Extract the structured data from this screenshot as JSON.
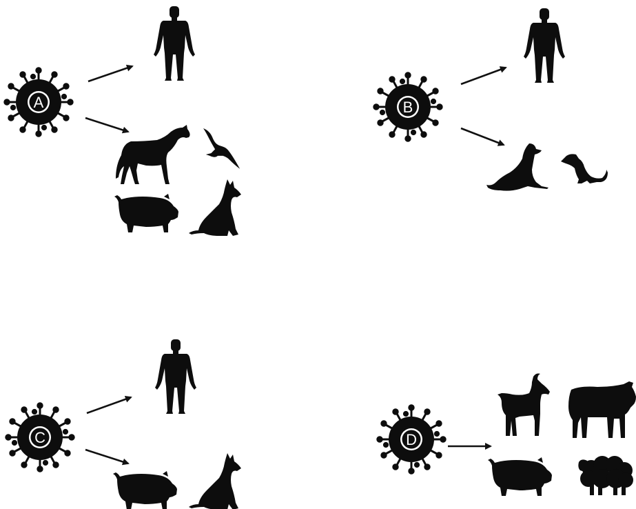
{
  "panels": {
    "a": {
      "virus_label": "A",
      "virus_icon": "virus-icon",
      "hosts": [
        "human-icon",
        "horse-icon",
        "bird-icon",
        "pig-icon",
        "dog-icon"
      ]
    },
    "b": {
      "virus_label": "B",
      "virus_icon": "virus-icon",
      "hosts": [
        "human-icon",
        "seal-icon",
        "ferret-icon"
      ]
    },
    "c": {
      "virus_label": "C",
      "virus_icon": "virus-icon",
      "hosts": [
        "human-icon",
        "pig-icon",
        "dog-icon"
      ]
    },
    "d": {
      "virus_label": "D",
      "virus_icon": "virus-icon",
      "hosts": [
        "goat-icon",
        "cow-icon",
        "pig-icon",
        "sheep-icon"
      ]
    }
  },
  "colors": {
    "silhouette": "#0d0d0d",
    "label": "#ffffff",
    "background": "#ffffff"
  }
}
